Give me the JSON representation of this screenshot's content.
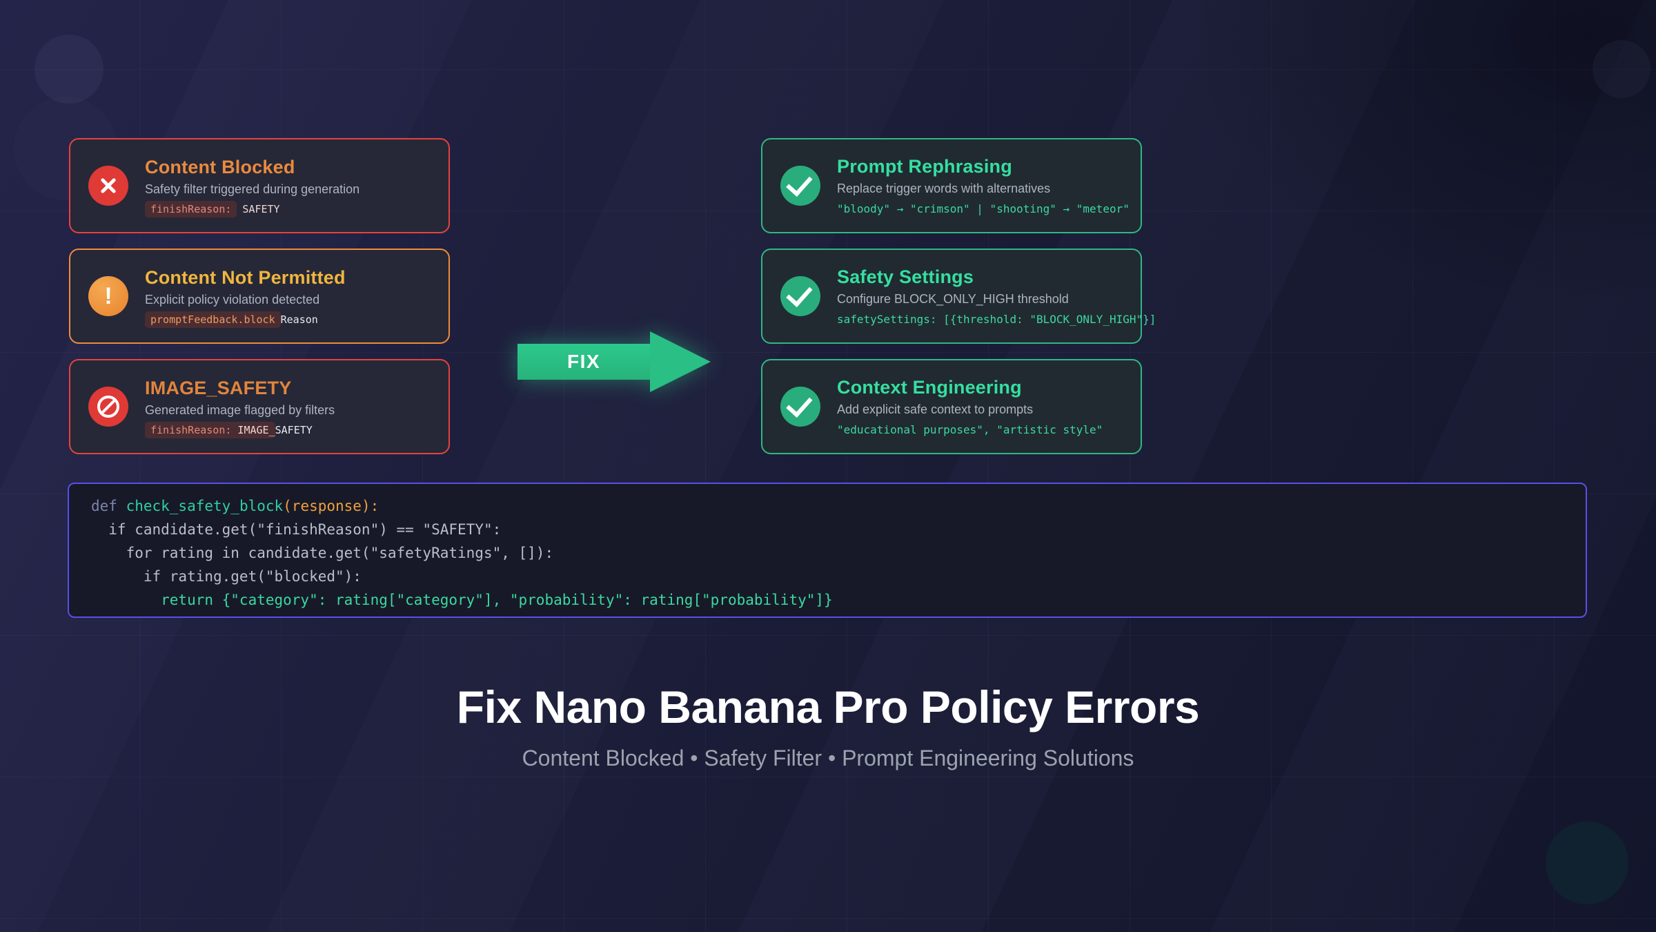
{
  "page": {
    "title": "Fix Nano Banana Pro Policy Errors",
    "subtitle": "Content Blocked • Safety Filter • Prompt Engineering Solutions"
  },
  "arrow": {
    "label": "FIX"
  },
  "errors": [
    {
      "title": "Content Blocked",
      "description": "Safety filter triggered during generation",
      "badge": {
        "pill_key": "finishReason:",
        "pill_extra": "",
        "outside": "SAFETY"
      },
      "icon": "x-circle-icon",
      "accent": "#e5433e"
    },
    {
      "title": "Content Not Permitted",
      "description": "Explicit policy violation detected",
      "badge": {
        "pill_key": "promptFeedback.block",
        "pill_extra": "",
        "outside": "Reason"
      },
      "icon": "exclamation-circle-icon",
      "accent": "#ee8c3c"
    },
    {
      "title": "IMAGE_SAFETY",
      "description": "Generated image flagged by filters",
      "badge": {
        "pill_key": "finishReason:",
        "pill_extra": " IMAGE_",
        "outside": "SAFETY"
      },
      "icon": "prohibited-circle-icon",
      "accent": "#e5433e"
    }
  ],
  "solutions": [
    {
      "title": "Prompt Rephrasing",
      "description": "Replace trigger words with alternatives",
      "code": "\"bloody\" → \"crimson\" | \"shooting\" → \"meteor\"",
      "icon": "check-circle-icon",
      "accent": "#2eb886"
    },
    {
      "title": "Safety Settings",
      "description": "Configure BLOCK_ONLY_HIGH threshold",
      "code": "safetySettings: [{threshold: \"BLOCK_ONLY_HIGH\"}]",
      "icon": "check-circle-icon",
      "accent": "#2eb886"
    },
    {
      "title": "Context Engineering",
      "description": "Add explicit safe context to prompts",
      "code": "\"educational purposes\", \"artistic style\"",
      "icon": "check-circle-icon",
      "accent": "#2eb886"
    }
  ],
  "code_block": {
    "lines": [
      [
        [
          "kw",
          "def "
        ],
        [
          "fn",
          "check_safety_block"
        ],
        [
          "arg",
          "(response):"
        ]
      ],
      [
        [
          "plain",
          "  if candidate.get(\"finishReason\") == \"SAFETY\":"
        ]
      ],
      [
        [
          "plain",
          "    for rating in candidate.get(\"safetyRatings\", []):"
        ]
      ],
      [
        [
          "plain",
          "      if rating.get(\"blocked\"):"
        ]
      ],
      [
        [
          "ret",
          "        return {\"category\": rating[\"category\"], \"probability\": rating[\"probability\"]}"
        ]
      ]
    ]
  },
  "colors": {
    "background": "#1b1c33",
    "error_accent": "#e5433e",
    "warning_accent": "#ee8c3c",
    "success_accent": "#2eb886",
    "code_block_border": "#5a4fe8",
    "title_text": "#ffffff",
    "subtitle_text": "#9da3ae"
  }
}
